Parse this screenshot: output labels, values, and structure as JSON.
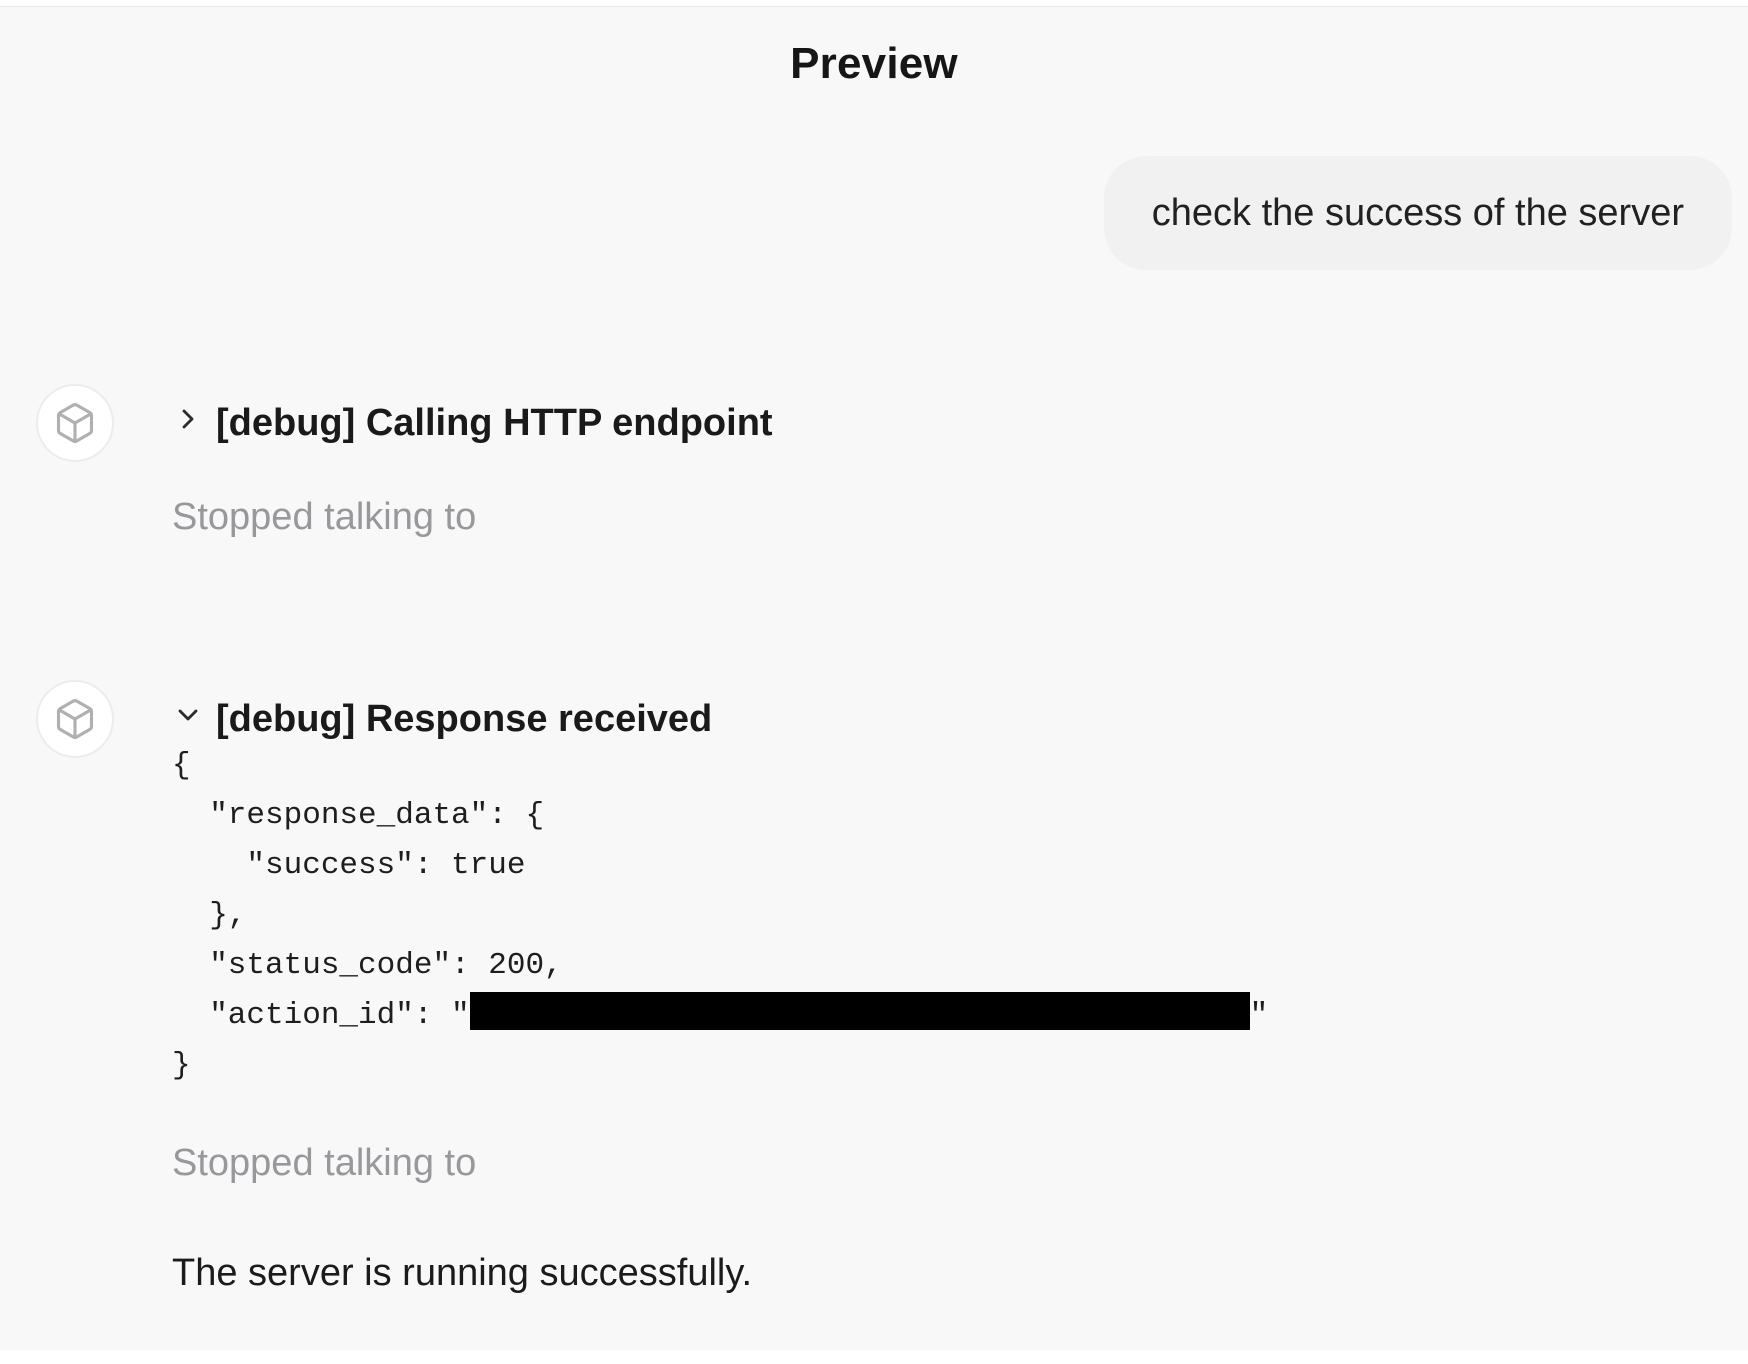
{
  "page": {
    "title": "Preview"
  },
  "user_message": {
    "text": "check the success of the server"
  },
  "turns": [
    {
      "icon": "cube",
      "chevron": "right",
      "label": "[debug] Calling HTTP endpoint",
      "status": "Stopped talking to"
    },
    {
      "icon": "cube",
      "chevron": "down",
      "label": "[debug] Response received",
      "code": {
        "lines": [
          "{",
          "  \"response_data\": {",
          "    \"success\": true",
          "  },",
          "  \"status_code\": 200,"
        ],
        "redacted_line": {
          "prefix": "  \"action_id\": \"",
          "suffix": "\""
        },
        "closing": "}"
      },
      "status": "Stopped talking to",
      "final_message": "The server is running successfully."
    }
  ],
  "colors": {
    "background": "#f8f8f8",
    "bubble": "#f1f1f2",
    "status_text": "#98989c",
    "redaction": "#000000"
  }
}
